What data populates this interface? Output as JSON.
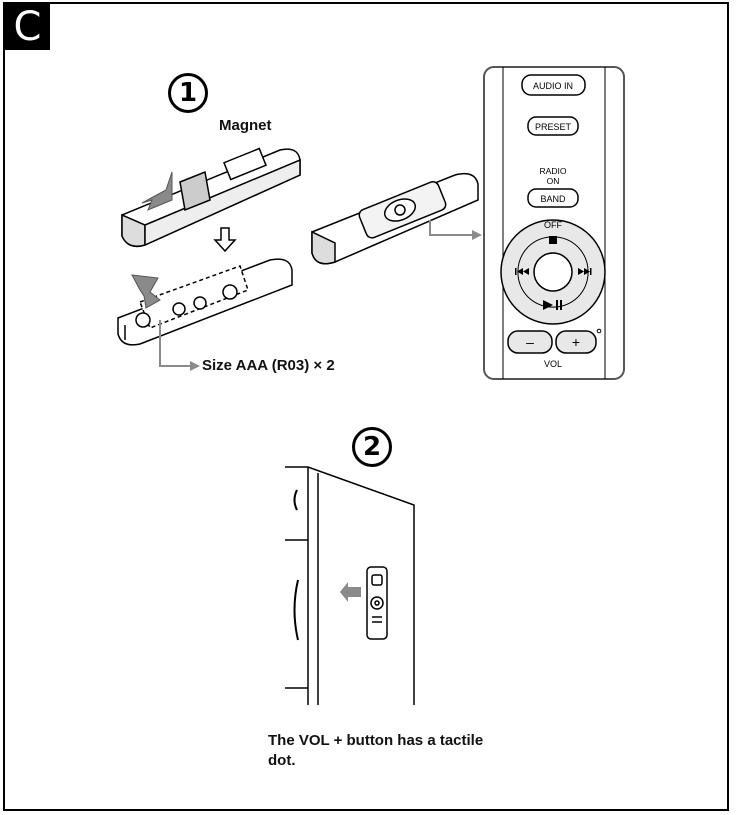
{
  "section": {
    "badge": "C"
  },
  "step1": {
    "number": "1",
    "magnet_label": "Magnet",
    "battery_label": "Size AAA (R03)",
    "battery_multiplier": "× 2"
  },
  "remote_panel": {
    "audio_in": "AUDIO IN",
    "preset": "PRESET",
    "radio_on": "RADIO\nON",
    "band": "BAND",
    "off": "OFF",
    "vol": "VOL",
    "minus": "–",
    "plus": "+"
  },
  "step2": {
    "number": "2"
  },
  "caption": "The VOL + button has a tactile dot.",
  "colors": {
    "ink": "#000000",
    "arrow_gray": "#8a8a8a",
    "panel_border": "#555555",
    "button_fill": "#e8e8e8"
  },
  "icons": [
    "stop-icon",
    "previous-icon",
    "next-icon",
    "play-pause-icon",
    "down-arrow-icon",
    "left-arrow-icon"
  ]
}
